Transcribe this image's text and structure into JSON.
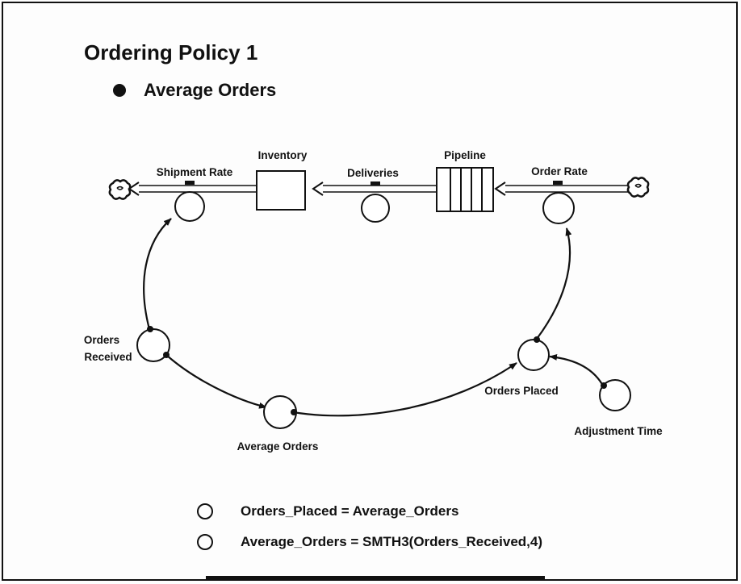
{
  "slide": {
    "title": "Ordering Policy 1",
    "bullet": "Average Orders"
  },
  "diagram": {
    "stocks": {
      "inventory": "Inventory",
      "pipeline": "Pipeline"
    },
    "flows": {
      "shipment_rate": "Shipment Rate",
      "deliveries": "Deliveries",
      "order_rate": "Order Rate"
    },
    "auxiliaries": {
      "orders_received_line1": "Orders",
      "orders_received_line2": "Received",
      "average_orders": "Average Orders",
      "orders_placed": "Orders Placed",
      "adjustment_time": "Adjustment Time"
    }
  },
  "equations": [
    "Orders_Placed = Average_Orders",
    "Average_Orders = SMTH3(Orders_Received,4)"
  ]
}
